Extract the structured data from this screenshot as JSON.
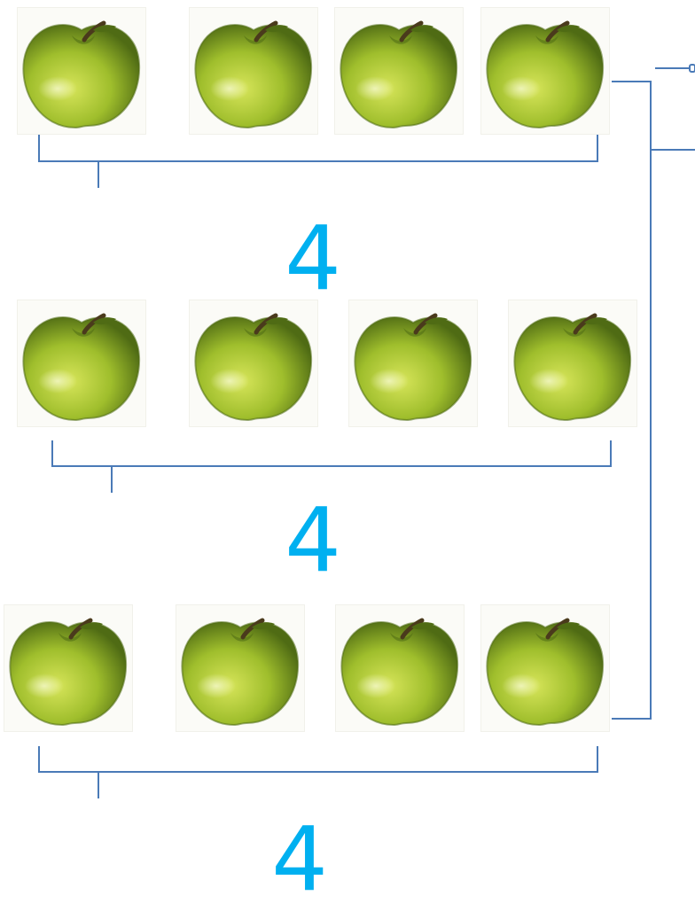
{
  "colors": {
    "count_text": "#00b0f0",
    "bracket_line": "#4a7ab7",
    "apple_light": "#d7e55a",
    "apple_mid": "#9fbe2c",
    "apple_dark": "#4f6b14",
    "stem": "#4a3a1c",
    "tile_background": "#fbfbf7"
  },
  "icons": {
    "apple": "green-apple-icon"
  },
  "groups": [
    {
      "apple_count": 4,
      "count_label": "4"
    },
    {
      "apple_count": 4,
      "count_label": "4"
    },
    {
      "apple_count": 4,
      "count_label": "4"
    }
  ]
}
